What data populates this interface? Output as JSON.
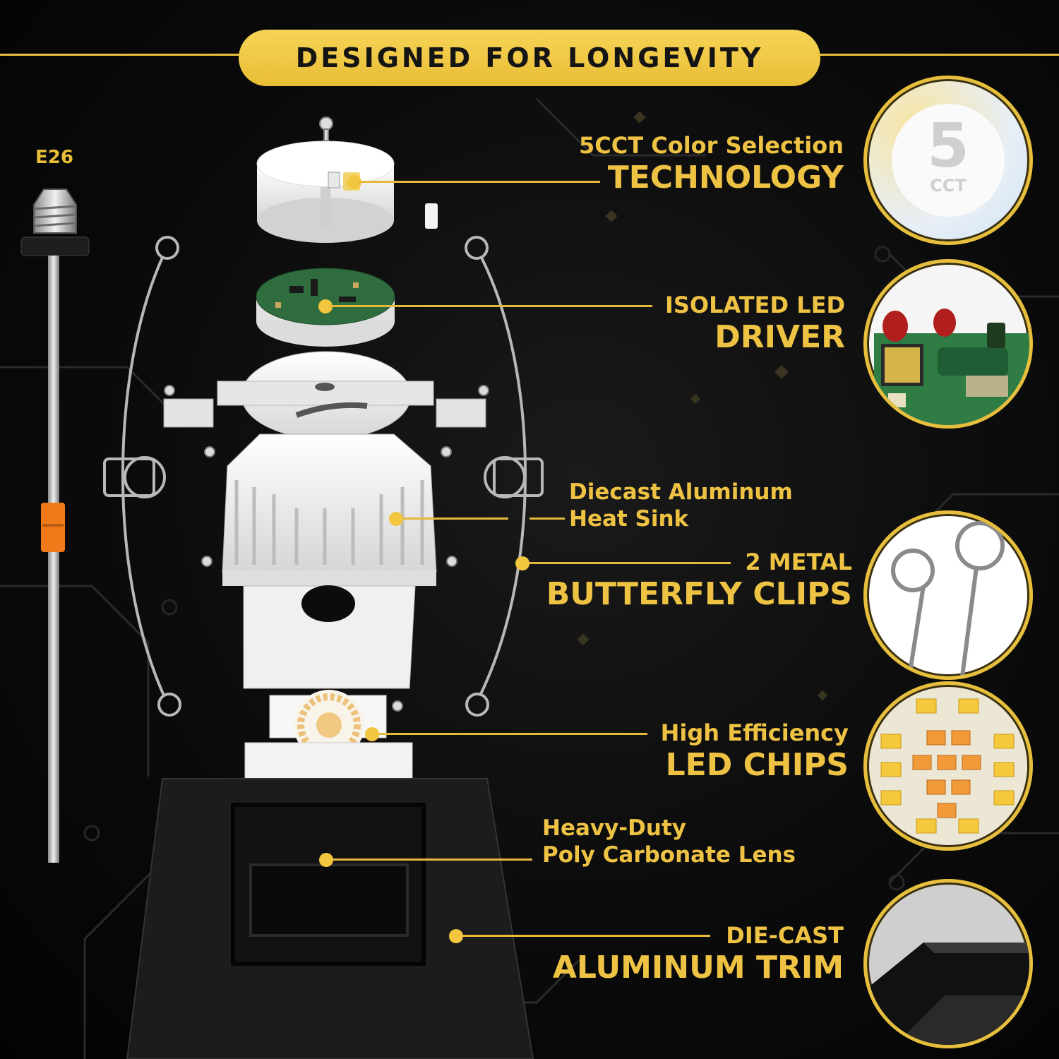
{
  "banner": {
    "title": "DESIGNED FOR LONGEVITY"
  },
  "socket_label": "E26",
  "callouts": [
    {
      "small": "5CCT Color Selection",
      "big": "TECHNOLOGY"
    },
    {
      "small": "ISOLATED LED",
      "big": "DRIVER"
    },
    {
      "small": "Diecast Aluminum",
      "big": "Heat Sink"
    },
    {
      "small": "2 METAL",
      "big": "BUTTERFLY CLIPS"
    },
    {
      "small": "High Efficiency",
      "big": "LED CHIPS"
    },
    {
      "small": "Heavy-Duty",
      "big": "Poly Carbonate Lens"
    },
    {
      "small": "DIE-CAST",
      "big": "ALUMINUM TRIM"
    }
  ],
  "cct_badge": {
    "number": "5",
    "unit": "CCT"
  },
  "colors": {
    "accent": "#eec243",
    "background": "#050505",
    "white_part": "#f2f2f2",
    "trim": "#1a1a1a"
  },
  "icons": [
    "screw-icon",
    "led-driver-board-icon",
    "butterfly-clip-icon",
    "led-chip-array-icon",
    "trim-corner-icon"
  ]
}
